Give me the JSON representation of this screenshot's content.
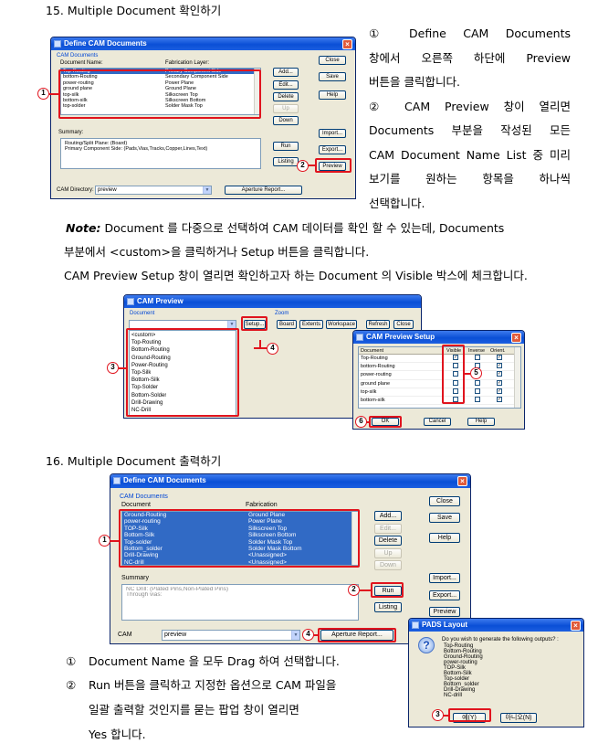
{
  "section15": {
    "title": "15. Multiple Document  확인하기",
    "steps_right": {
      "line1": "①    Define    CAM    Documents",
      "line2": "창에서    오른쪽    하단에    Preview",
      "line3": "버튼을 클릭합니다.",
      "line4": "②    CAM  Preview  창이  열리면",
      "line5": "Documents  부분을  작성된  모든",
      "line6": "CAM Document Name List 중 미리",
      "line7": "보기를    원하는    항목을    하나씩",
      "line8": "선택합니다."
    },
    "note_label": "Note:",
    "note_text": " Document 를 다중으로 선택하여 CAM 데이터를 확인 할 수 있는데, Documents",
    "note_text2": "부분에서  <custom>을 클릭하거나 Setup 버튼을 클릭합니다.",
    "setup_line": "CAM Preview Setup 창이 열리면 확인하고자 하는 Document 의 Visible 박스에 체크합니다."
  },
  "dialog1": {
    "title": "Define CAM Documents",
    "group": "CAM Documents",
    "col_name": "Document Name:",
    "col_layer": "Fabrication Layer:",
    "rows": [
      [
        "Top-Routing",
        "Primary Component Side"
      ],
      [
        "bottom-Routing",
        "Secondary Component Side"
      ],
      [
        "power-routing",
        "Power Plane"
      ],
      [
        "ground plane",
        "Ground Plane"
      ],
      [
        "top-silk",
        "Silkscreen Top"
      ],
      [
        "bottom-silk",
        "Silkscreen Bottom"
      ],
      [
        "top-solder",
        "Solder Mask Top"
      ]
    ],
    "buttons_right": [
      "Close",
      "Save",
      "Help"
    ],
    "buttons_mid": [
      "Add...",
      "Edit...",
      "Delete",
      "Up",
      "Down"
    ],
    "buttons_lower": [
      "Import...",
      "Export...",
      "Preview"
    ],
    "buttons_mid_lower": [
      "Run",
      "Listing"
    ],
    "summary_label": "Summary:",
    "summary_lines": [
      "Routing/Split Plane: (Board)",
      "Primary Component Side: (Pads,Vias,Tracks,Copper,Lines,Text)"
    ],
    "cam_dir_label": "CAM Directory:",
    "cam_dir_value": "preview",
    "aperture": "Aperture Report..."
  },
  "dialog2": {
    "title": "CAM Preview",
    "document_label": "Document",
    "zoom_label": "Zoom",
    "setup_btn": "Setup...",
    "zoom_btns": [
      "Board",
      "Extents",
      "Workspace"
    ],
    "right_btns": [
      "Refresh",
      "Close"
    ],
    "list": [
      "<custom>",
      "Top-Routing",
      "Bottom-Routing",
      "Ground-Routing",
      "Power-Routing",
      "Top-Silk",
      "Bottom-Silk",
      "Top-Solder",
      "Bottom-Solder",
      "Drill-Drawing",
      "NC-Drill"
    ]
  },
  "dialog3": {
    "title": "CAM Preview Setup",
    "cols": [
      "Document",
      "Visible",
      "Inverse",
      "Orient."
    ],
    "rows": [
      "Top-Routing",
      "bottom-Routing",
      "power-routing",
      "ground plane",
      "top-silk",
      "bottom-silk"
    ],
    "buttons": [
      "OK",
      "Cancel",
      "Help"
    ]
  },
  "section16": {
    "title": "16. Multiple Document  출력하기",
    "step1": "Document Name 을 모두 Drag 하여 선택합니다.",
    "step2a": "Run  버튼을  클릭하고  지정한  옵션으로  CAM  파일을",
    "step2b": "일괄   출력할   것인지를   묻는   팝업   창이   열리면",
    "step2c": "Yes 합니다.",
    "marker1": "①",
    "marker2": "②"
  },
  "dialog4": {
    "title": "Define CAM Documents",
    "group": "CAM Documents",
    "col_name": "Document",
    "col_layer": "Fabrication",
    "rows": [
      [
        "Ground-Routing",
        "Ground Plane"
      ],
      [
        "power-routing",
        "Power Plane"
      ],
      [
        "TOP-Silk",
        "Silkscreen Top"
      ],
      [
        "Bottom-Silk",
        "Silkscreen Bottom"
      ],
      [
        "Top-solder",
        "Solder Mask Top"
      ],
      [
        "Bottom_solder",
        "Solder Mask Bottom"
      ],
      [
        "Drill-Drawing",
        "<Unassigned>"
      ],
      [
        "NC-drill",
        "<Unassigned>"
      ]
    ],
    "buttons_mid": [
      "Add...",
      "Edit...",
      "Delete",
      "Up",
      "Down"
    ],
    "buttons_right": [
      "Close",
      "Save",
      "Help"
    ],
    "buttons_lower": [
      "Import...",
      "Export...",
      "Preview"
    ],
    "buttons_mid_lower": [
      "Run",
      "Listing"
    ],
    "summary_label": "Summary",
    "summary_lines": [
      "NC Drill: (Plated Pins,Non-Plated Pins)",
      "Through vias:"
    ],
    "cam_label": "CAM",
    "cam_value": "preview",
    "aperture": "Aperture Report..."
  },
  "dialog5": {
    "title": "PADS Layout",
    "question": "Do you wish to generate the following outputs? :",
    "outputs": [
      "Top-Routing",
      "Bottom-Routing",
      "Ground-Routing",
      "power-routing",
      "TOP-Silk",
      "Bottom-Silk",
      "Top-solder",
      "Bottom_solder",
      "Drill-Drawing",
      "NC-drill"
    ],
    "yes": "예(Y)",
    "no": "아니오(N)"
  },
  "markers": [
    "1",
    "2",
    "3",
    "4",
    "5",
    "6"
  ]
}
